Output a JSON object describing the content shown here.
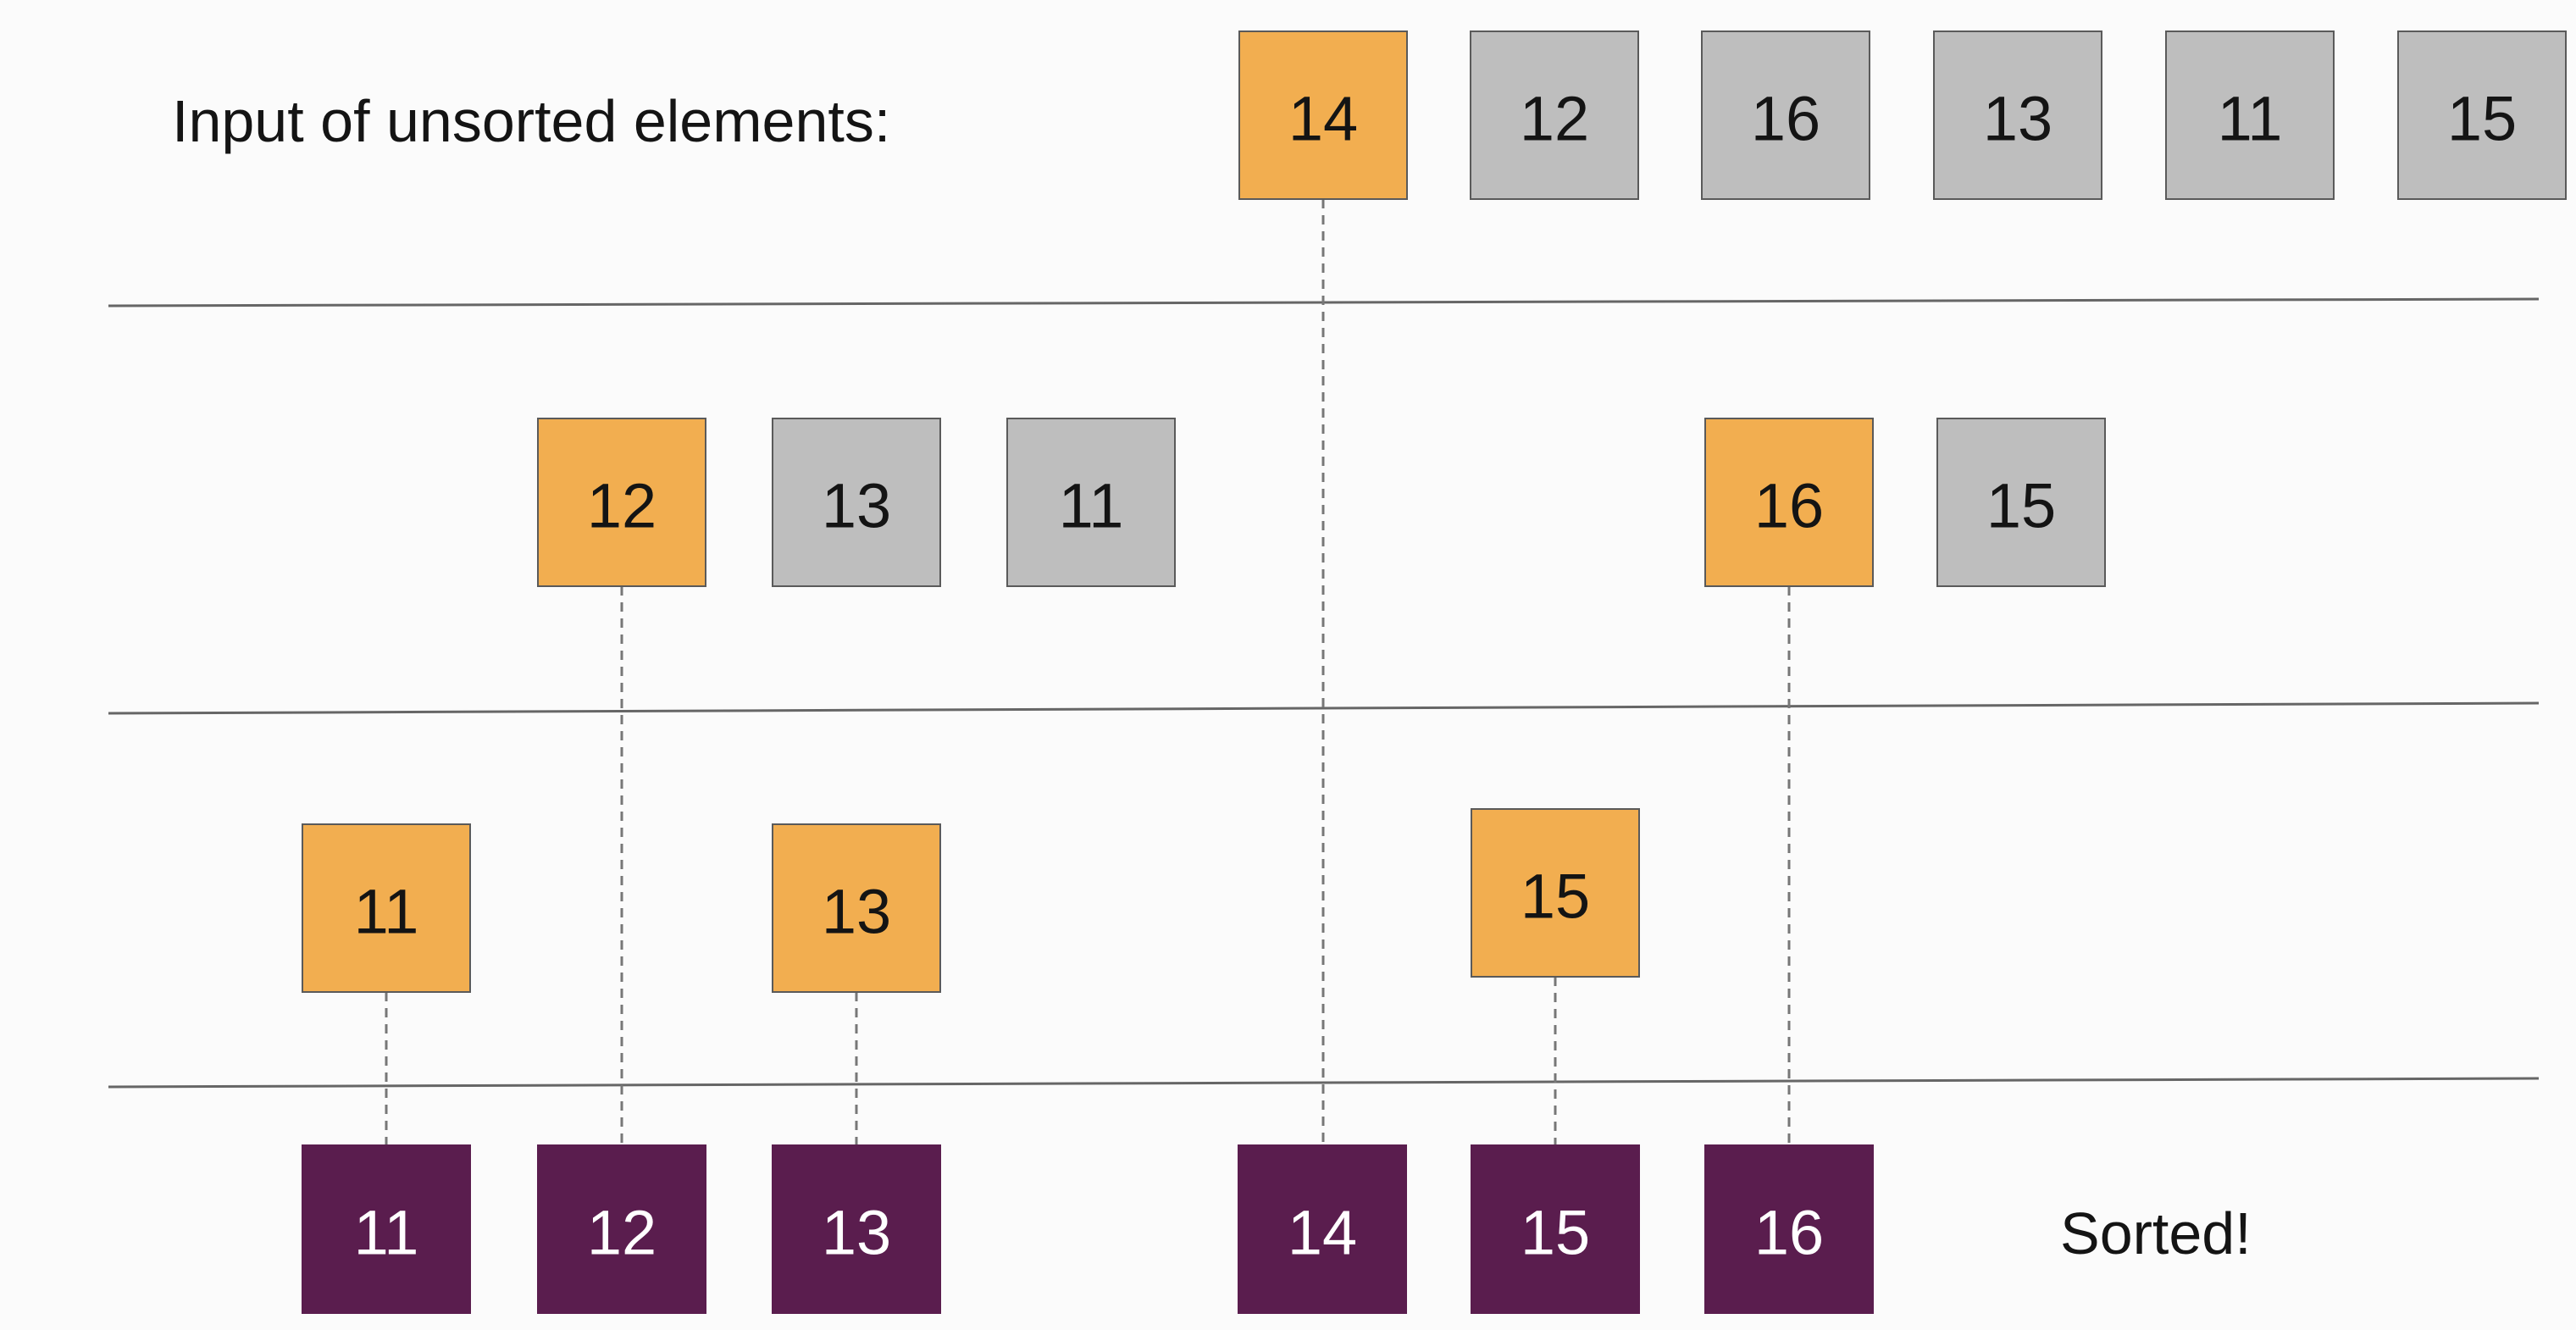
{
  "colors": {
    "pivot": "#f2ae50",
    "unsorted": "#bebebe",
    "sorted": "#5a1d4e",
    "border": "#5a5a5a",
    "divider": "#666666",
    "connector": "#777777",
    "text_dark": "#141414",
    "text_light": "#ffffff"
  },
  "input_label": "Input of unsorted elements:",
  "sorted_label": "Sorted!",
  "rows": [
    {
      "name": "row-input",
      "items": [
        {
          "value": "14",
          "kind": "pivot"
        },
        {
          "value": "12",
          "kind": "unsorted"
        },
        {
          "value": "16",
          "kind": "unsorted"
        },
        {
          "value": "13",
          "kind": "unsorted"
        },
        {
          "value": "11",
          "kind": "unsorted"
        },
        {
          "value": "15",
          "kind": "unsorted"
        }
      ]
    },
    {
      "name": "row-level-2",
      "items": [
        {
          "value": "12",
          "kind": "pivot"
        },
        {
          "value": "13",
          "kind": "unsorted"
        },
        {
          "value": "11",
          "kind": "unsorted"
        },
        {
          "value": "16",
          "kind": "pivot"
        },
        {
          "value": "15",
          "kind": "unsorted"
        }
      ]
    },
    {
      "name": "row-level-3",
      "items": [
        {
          "value": "11",
          "kind": "pivot"
        },
        {
          "value": "13",
          "kind": "pivot"
        },
        {
          "value": "15",
          "kind": "pivot"
        }
      ]
    },
    {
      "name": "row-sorted",
      "items": [
        {
          "value": "11",
          "kind": "sorted"
        },
        {
          "value": "12",
          "kind": "sorted"
        },
        {
          "value": "13",
          "kind": "sorted"
        },
        {
          "value": "14",
          "kind": "sorted"
        },
        {
          "value": "15",
          "kind": "sorted"
        },
        {
          "value": "16",
          "kind": "sorted"
        }
      ]
    }
  ]
}
